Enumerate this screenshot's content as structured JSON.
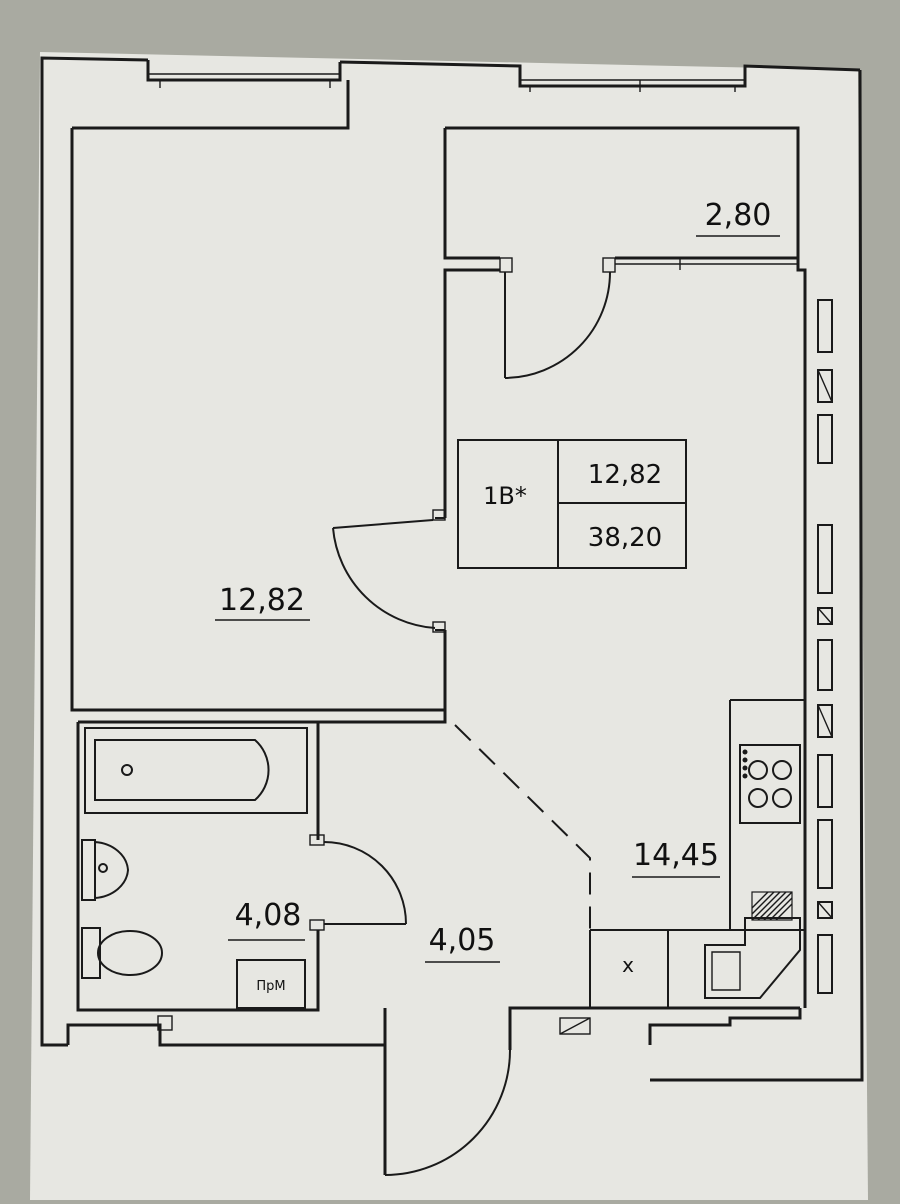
{
  "unit_code": "1В*",
  "summary": {
    "living_area": "12,82",
    "total_area": "38,20"
  },
  "rooms": {
    "living_room": "12,82",
    "balcony": "2,80",
    "kitchen": "14,45",
    "bathroom": "4,08",
    "hallway": "4,05"
  },
  "fixtures": {
    "washing_machine": "ПрМ",
    "cabinet_mark": "x"
  },
  "colors": {
    "paper": "#e7e7e2",
    "background": "#a9aaa1",
    "ink": "#1a1a1a"
  }
}
